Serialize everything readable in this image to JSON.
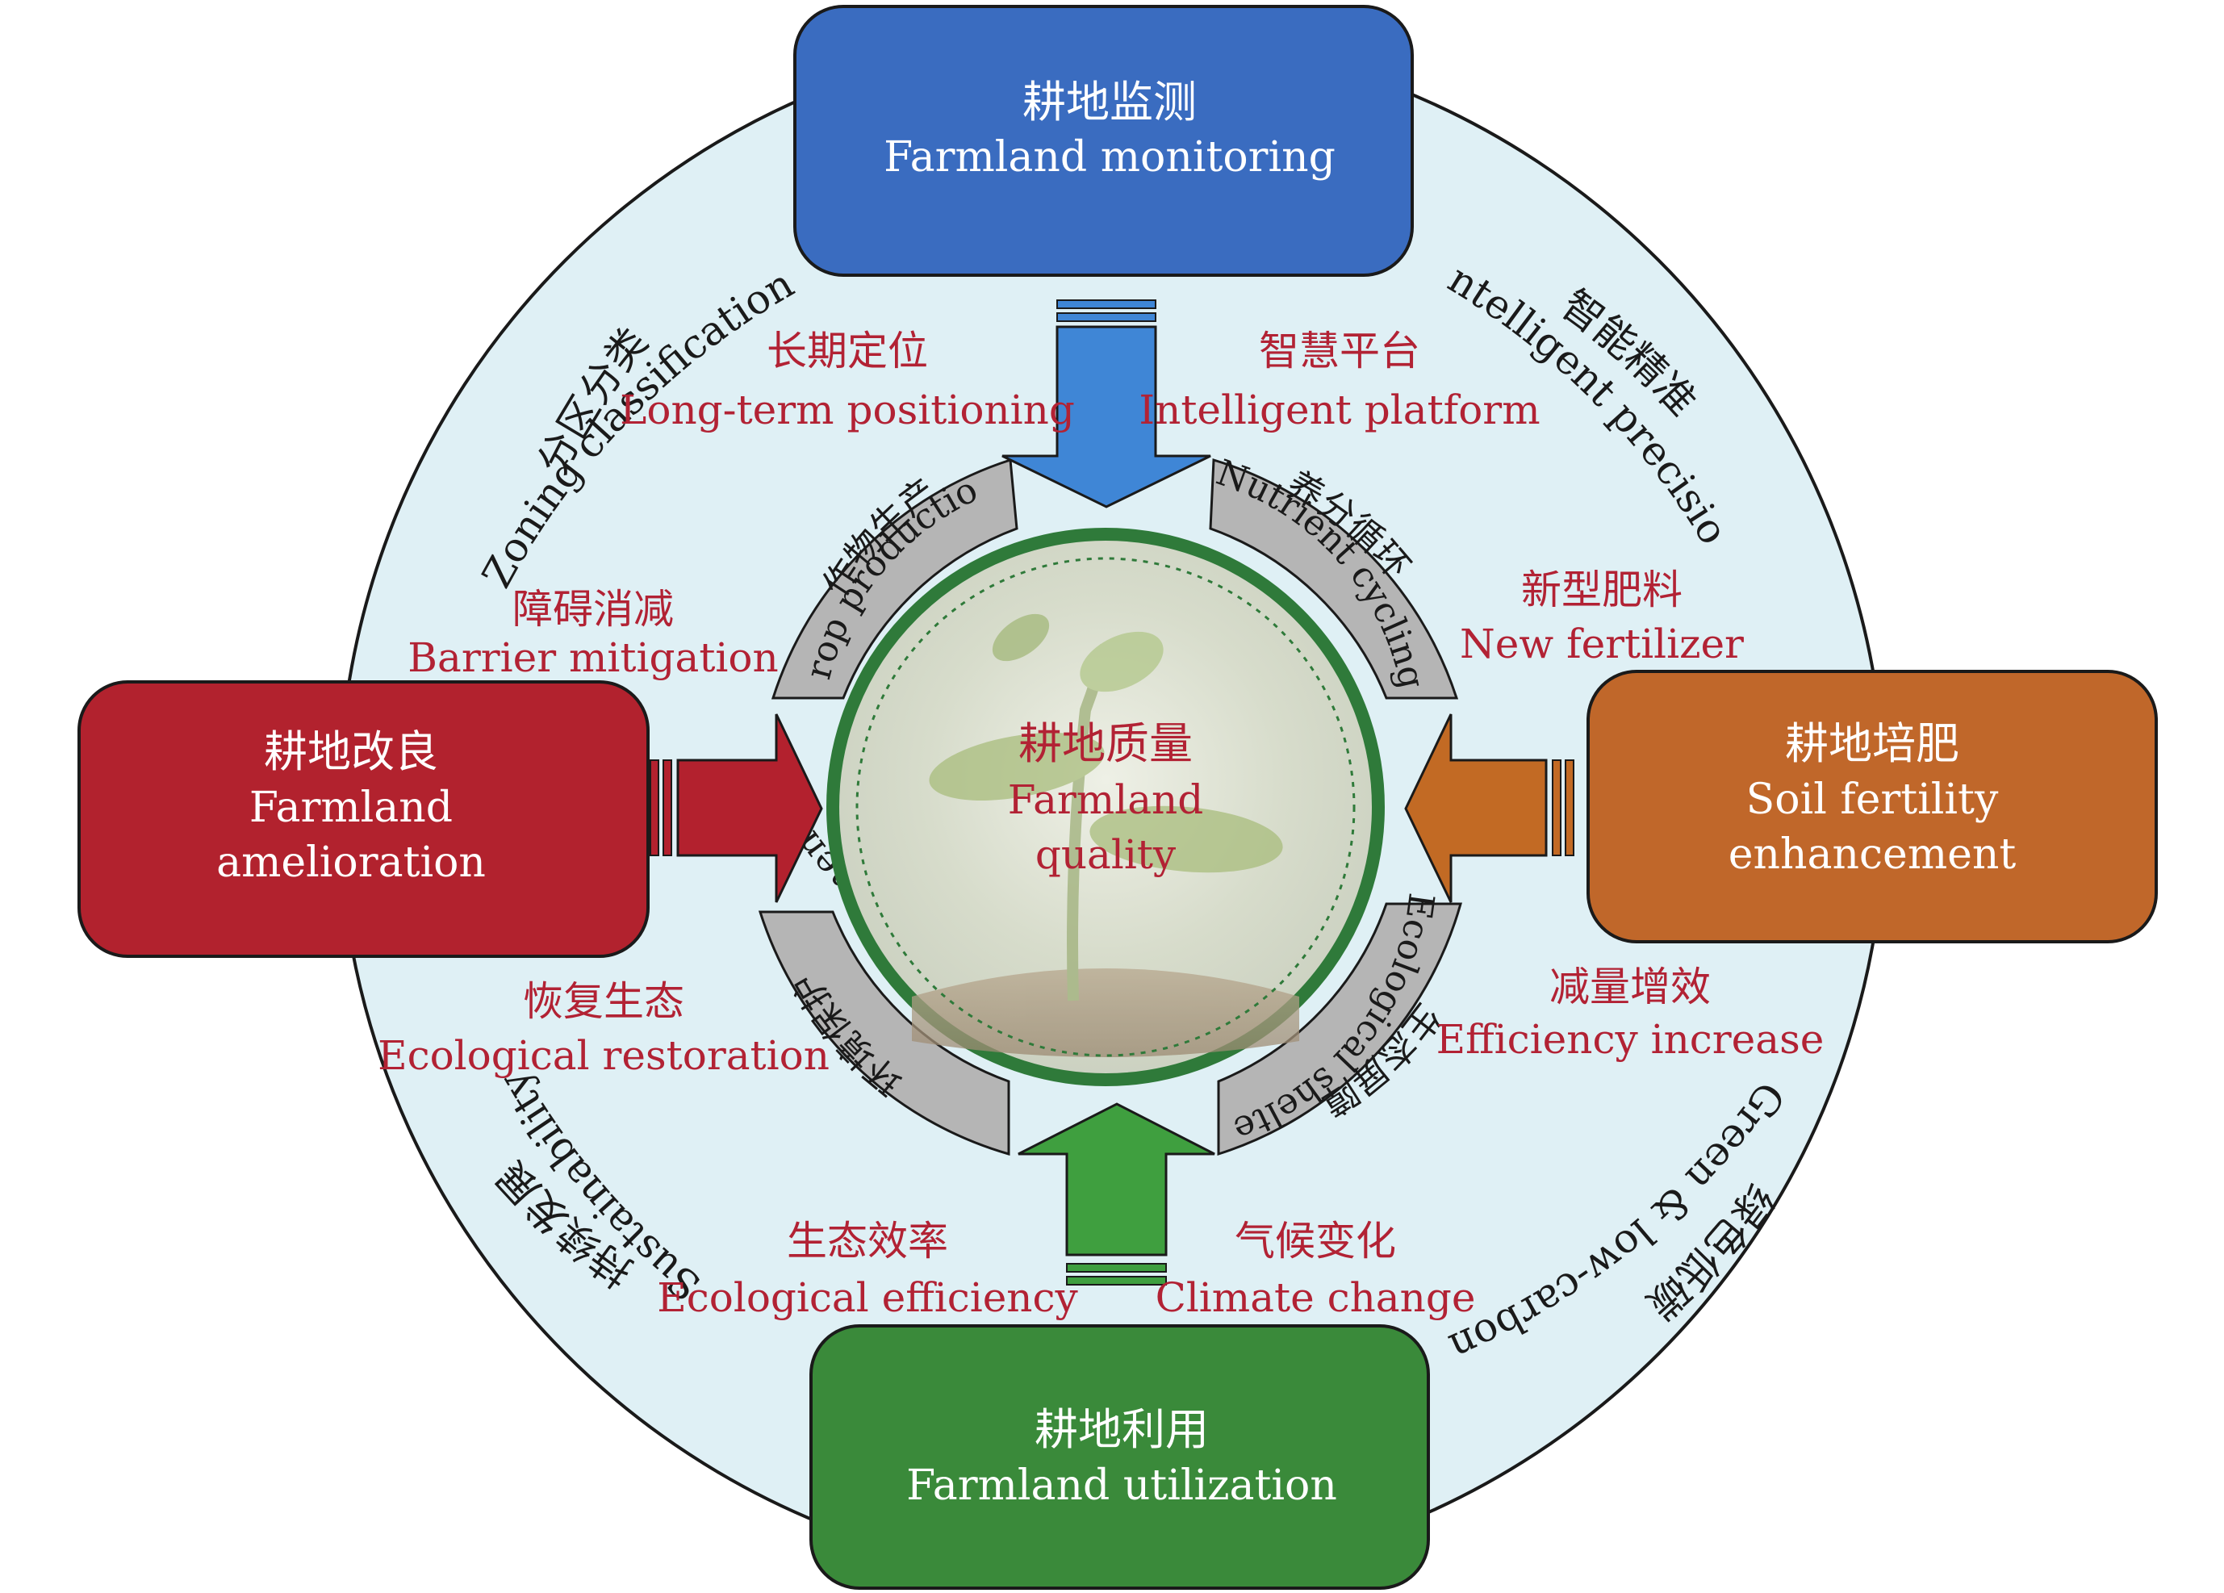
{
  "colors": {
    "outer_ring": "#dff0f5",
    "box_top": "#3a6cc0",
    "box_left": "#b2222e",
    "box_right": "#c0672a",
    "box_bottom": "#3a8a3a",
    "arrow_top": "#3f86d6",
    "arrow_left": "#b3212e",
    "arrow_right": "#c26a24",
    "arrow_bottom": "#3f9f3f",
    "sector": "#b5b5b5",
    "center_ring": "#2f7a3a",
    "label_red": "#b22234"
  },
  "boxes": {
    "top": {
      "cn": "耕地监测",
      "en": "Farmland monitoring"
    },
    "left": {
      "cn": "耕地改良",
      "en1": "Farmland",
      "en2": "amelioration"
    },
    "right": {
      "cn": "耕地培肥",
      "en1": "Soil fertility",
      "en2": "enhancement"
    },
    "bottom": {
      "cn": "耕地利用",
      "en": "Farmland utilization"
    }
  },
  "center": {
    "cn": "耕地质量",
    "en1": "Farmland",
    "en2": "quality"
  },
  "sectors": {
    "top_left": {
      "cn": "作物生产",
      "en": "Crop production"
    },
    "top_right": {
      "cn": "养分循环",
      "en": "Nutrient cycling"
    },
    "bottom_left": {
      "cn": "环境保护",
      "en": "Environment"
    },
    "bottom_right": {
      "cn": "生态屏障",
      "en": "Ecological shelter"
    }
  },
  "inner_labels": {
    "long_term": {
      "cn": "长期定位",
      "en": "Long-term positioning"
    },
    "intelligent_platform": {
      "cn": "智慧平台",
      "en": "Intelligent platform"
    },
    "barrier": {
      "cn": "障碍消减",
      "en": "Barrier mitigation"
    },
    "new_fertilizer": {
      "cn": "新型肥料",
      "en": "New fertilizer"
    },
    "restoration": {
      "cn": "恢复生态",
      "en": "Ecological restoration"
    },
    "efficiency_increase": {
      "cn": "减量增效",
      "en": "Efficiency increase"
    },
    "eco_efficiency": {
      "cn": "生态效率",
      "en": "Ecological efficiency"
    },
    "climate": {
      "cn": "气候变化",
      "en": "Climate change"
    }
  },
  "arc_labels": {
    "zoning": {
      "cn": "分区分类",
      "en": "Zoning classification"
    },
    "precision": {
      "cn": "智能精准",
      "en": "Intelligent precision"
    },
    "sustainability": {
      "cn": "持续发展",
      "en": "Sustainability"
    },
    "low_carbon": {
      "cn": "绿色低碳",
      "en": "Green & low-carbon"
    }
  }
}
